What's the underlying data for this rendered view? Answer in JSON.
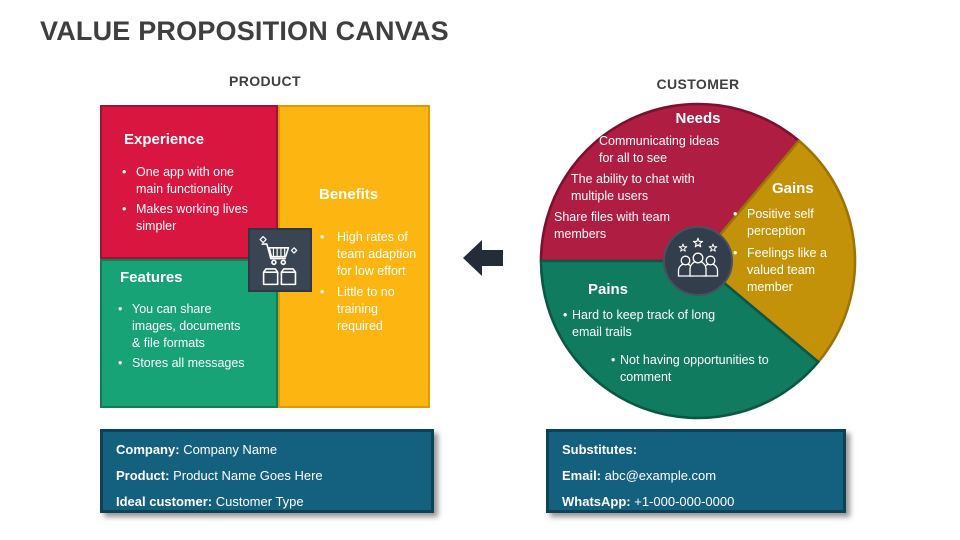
{
  "title": "VALUE PROPOSITION CANVAS",
  "product": {
    "label": "PRODUCT",
    "quadrants": {
      "experience": {
        "title": "Experience",
        "bullets": [
          "One app with one main functionality",
          "Makes working lives simpler"
        ]
      },
      "benefits": {
        "title": "Benefits",
        "bullets": [
          "High rates of team adaption for low effort",
          "Little to no training required"
        ]
      },
      "features": {
        "title": "Features",
        "bullets": [
          "You can share images, documents & file formats",
          "Stores all messages"
        ]
      }
    },
    "center_icon": "shopping-cart-with-boxes"
  },
  "customer": {
    "label": "CUSTOMER",
    "segments": {
      "needs": {
        "title": "Needs",
        "bullets": [
          "Communicating ideas for all to see",
          "The ability to chat with multiple users",
          "Share files with team members"
        ]
      },
      "gains": {
        "title": "Gains",
        "bullets": [
          "Positive self perception",
          "Feelings like a valued team member"
        ]
      },
      "pains": {
        "title": "Pains",
        "bullets": [
          "Hard to keep track of long email trails",
          "Not having opportunities to comment"
        ]
      }
    },
    "center_icon": "team-members-with-stars"
  },
  "company_box": {
    "lines": [
      {
        "label": "Company:",
        "value": "Company Name"
      },
      {
        "label": "Product:",
        "value": "Product Name Goes Here"
      },
      {
        "label": "Ideal customer:",
        "value": "Customer Type"
      }
    ]
  },
  "substitutes_box": {
    "lines": [
      {
        "label": "Substitutes:",
        "value": ""
      },
      {
        "label": "Email:",
        "value": "abc@example.com"
      },
      {
        "label": "WhatsApp:",
        "value": "+1-000-000-0000"
      }
    ]
  },
  "colors": {
    "title_text": "#3f3f3f",
    "product_red": "#d81640",
    "product_yellow": "#fdb511",
    "product_green": "#17a376",
    "customer_red": "#b01d43",
    "customer_gold": "#c49209",
    "customer_green": "#107b5e",
    "info_box_teal": "#14607f",
    "icon_slate": "#3a4553",
    "arrow_dark": "#242c3a",
    "bullet_text": "#ffffff"
  }
}
